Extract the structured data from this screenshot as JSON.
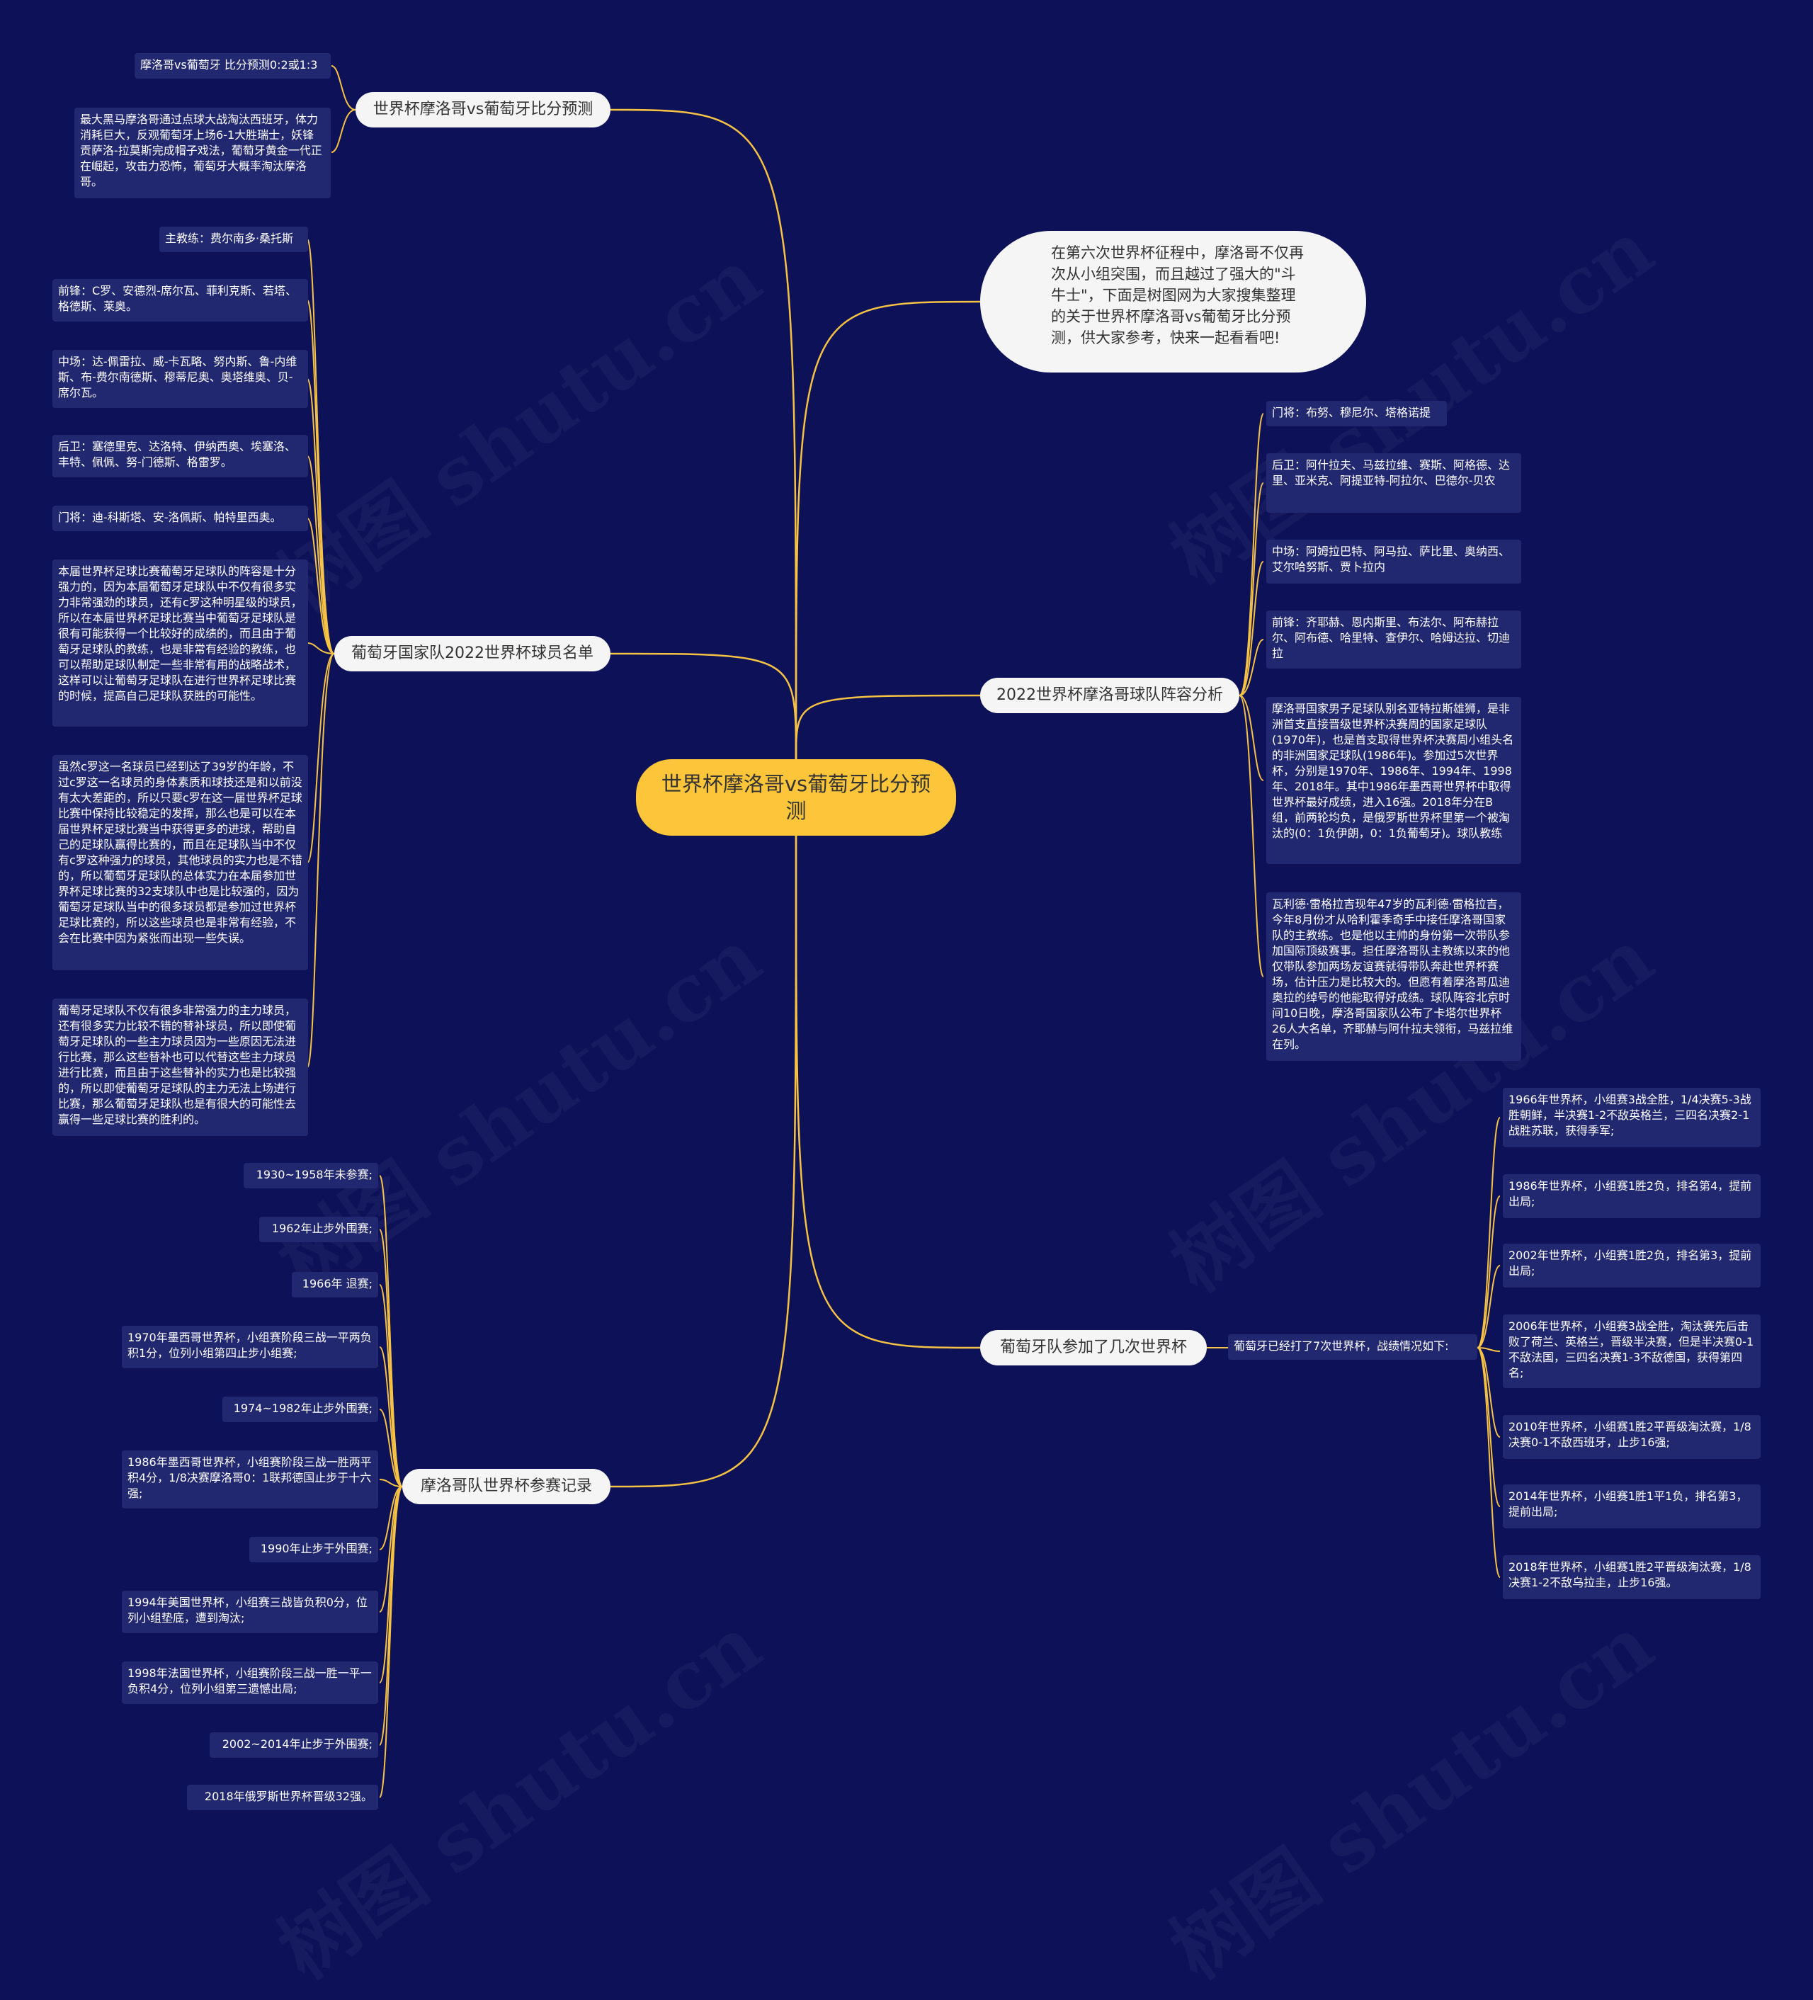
{
  "root": {
    "label": "世界杯摩洛哥vs葡萄牙比分预测"
  },
  "intro": {
    "text": "在第六次世界杯征程中，摩洛哥不仅再次从小组突围，而且越过了强大的\"斗牛士\"，下面是树图网为大家搜集整理的关于世界杯摩洛哥vs葡萄牙比分预测，供大家参考，快来一起看看吧!"
  },
  "branches": {
    "prediction": {
      "label": "世界杯摩洛哥vs葡萄牙比分预测",
      "items": [
        "摩洛哥vs葡萄牙 比分预测0:2或1:3",
        "最大黑马摩洛哥通过点球大战淘汰西班牙，体力消耗巨大，反观葡萄牙上场6-1大胜瑞士，妖锋贡萨洛-拉莫斯完成帽子戏法，葡萄牙黄金一代正在崛起，攻击力恐怖，葡萄牙大概率淘汰摩洛哥。"
      ]
    },
    "portugal_roster": {
      "label": "葡萄牙国家队2022世界杯球员名单",
      "items": [
        "主教练：费尔南多·桑托斯",
        "前锋：C罗、安德烈-席尔瓦、菲利克斯、若塔、格德斯、莱奥。",
        "中场：达-佩雷拉、威-卡瓦略、努内斯、鲁-内维斯、布-费尔南德斯、穆蒂尼奥、奥塔维奥、贝-席尔瓦。",
        "后卫：塞德里克、达洛特、伊纳西奥、埃塞洛、丰特、佩佩、努-门德斯、格雷罗。",
        "门将：迪-科斯塔、安-洛佩斯、帕特里西奥。",
        "本届世界杯足球比赛葡萄牙足球队的阵容是十分强力的，因为本届葡萄牙足球队中不仅有很多实力非常强劲的球员，还有c罗这种明星级的球员，所以在本届世界杯足球比赛当中葡萄牙足球队是很有可能获得一个比较好的成绩的，而且由于葡萄牙足球队的教练，也是非常有经验的教练，也可以帮助足球队制定一些非常有用的战略战术，这样可以让葡萄牙足球队在进行世界杯足球比赛的时候，提高自己足球队获胜的可能性。",
        "虽然c罗这一名球员已经到达了39岁的年龄，不过c罗这一名球员的身体素质和球技还是和以前没有太大差距的，所以只要c罗在这一届世界杯足球比赛中保持比较稳定的发挥，那么也是可以在本届世界杯足球比赛当中获得更多的进球，帮助自己的足球队赢得比赛的，而且在足球队当中不仅有c罗这种强力的球员，其他球员的实力也是不错的，所以葡萄牙足球队的总体实力在本届参加世界杯足球比赛的32支球队中也是比较强的，因为葡萄牙足球队当中的很多球员都是参加过世界杯足球比赛的，所以这些球员也是非常有经验，不会在比赛中因为紧张而出现一些失误。",
        "葡萄牙足球队不仅有很多非常强力的主力球员，还有很多实力比较不错的替补球员，所以即使葡萄牙足球队的一些主力球员因为一些原因无法进行比赛，那么这些替补也可以代替这些主力球员进行比赛，而且由于这些替补的实力也是比较强的，所以即使葡萄牙足球队的主力无法上场进行比赛，那么葡萄牙足球队也是有很大的可能性去赢得一些足球比赛的胜利的。"
      ]
    },
    "morocco_lineup": {
      "label": "2022世界杯摩洛哥球队阵容分析",
      "items": [
        "门将：布努、穆尼尔、塔格诺提",
        "后卫：阿什拉夫、马兹拉维、赛斯、阿格德、达里、亚米克、阿提亚特-阿拉尔、巴德尔-贝农",
        "中场：阿姆拉巴特、阿马拉、萨比里、奥纳西、艾尔哈努斯、贾卜拉内",
        "前锋：齐耶赫、恩内斯里、布法尔、阿布赫拉尔、阿布德、哈里特、查伊尔、哈姆达拉、切迪拉",
        "摩洛哥国家男子足球队别名亚特拉斯雄狮，是非洲首支直接晋级世界杯决赛周的国家足球队(1970年)，也是首支取得世界杯决赛周小组头名的非洲国家足球队(1986年)。参加过5次世界杯，分别是1970年、1986年、1994年、1998年、2018年。其中1986年墨西哥世界杯中取得世界杯最好成绩，进入16强。2018年分在B组，前两轮均负，是俄罗斯世界杯里第一个被淘汰的(0：1负伊朗，0：1负葡萄牙)。球队教练",
        "瓦利德·雷格拉吉现年47岁的瓦利德·雷格拉吉，今年8月份才从哈利霍季奇手中接任摩洛哥国家队的主教练。也是他以主帅的身份第一次带队参加国际顶级赛事。担任摩洛哥队主教练以来的他仅带队参加两场友谊赛就得带队奔赴世界杯赛场，估计压力是比较大的。但愿有着摩洛哥瓜迪奥拉的绰号的他能取得好成绩。球队阵容北京时间10日晚，摩洛哥国家队公布了卡塔尔世界杯26人大名单，齐耶赫与阿什拉夫领衔，马兹拉维在列。"
      ]
    },
    "portugal_times": {
      "label": "葡萄牙队参加了几次世界杯",
      "sub": "葡萄牙已经打了7次世界杯，战绩情况如下:",
      "items": [
        "1966年世界杯，小组赛3战全胜，1/4决赛5-3战胜朝鲜，半决赛1-2不敌英格兰，三四名决赛2-1战胜苏联，获得季军;",
        "1986年世界杯，小组赛1胜2负，排名第4，提前出局;",
        "2002年世界杯，小组赛1胜2负，排名第3，提前出局;",
        "2006年世界杯，小组赛3战全胜，淘汰赛先后击败了荷兰、英格兰，晋级半决赛，但是半决赛0-1不敌法国，三四名决赛1-3不敌德国，获得第四名;",
        "2010年世界杯，小组赛1胜2平晋级淘汰赛，1/8决赛0-1不敌西班牙，止步16强;",
        "2014年世界杯，小组赛1胜1平1负，排名第3，提前出局;",
        "2018年世界杯，小组赛1胜2平晋级淘汰赛，1/8决赛1-2不敌乌拉圭，止步16强。"
      ]
    },
    "morocco_record": {
      "label": "摩洛哥队世界杯参赛记录",
      "items": [
        "1930~1958年未参赛;",
        "1962年止步外围赛;",
        "1966年 退赛;",
        "1970年墨西哥世界杯，小组赛阶段三战一平两负积1分，位列小组第四止步小组赛;",
        "1974~1982年止步外围赛;",
        "1986年墨西哥世界杯，小组赛阶段三战一胜两平积4分，1/8决赛摩洛哥0：1联邦德国止步于十六强;",
        "1990年止步于外围赛;",
        "1994年美国世界杯，小组赛三战皆负积0分，位列小组垫底，遭到淘汰;",
        "1998年法国世界杯，小组赛阶段三战一胜一平一负积4分，位列小组第三遗憾出局;",
        "2002~2014年止步于外围赛;",
        "2018年俄罗斯世界杯晋级32强。"
      ]
    }
  },
  "watermark": {
    "text": "树图 shutu.cn"
  },
  "colors": {
    "background": "#0c1158",
    "root": "#fcc53a",
    "link": "#f6c244",
    "leaf": "#212870"
  }
}
